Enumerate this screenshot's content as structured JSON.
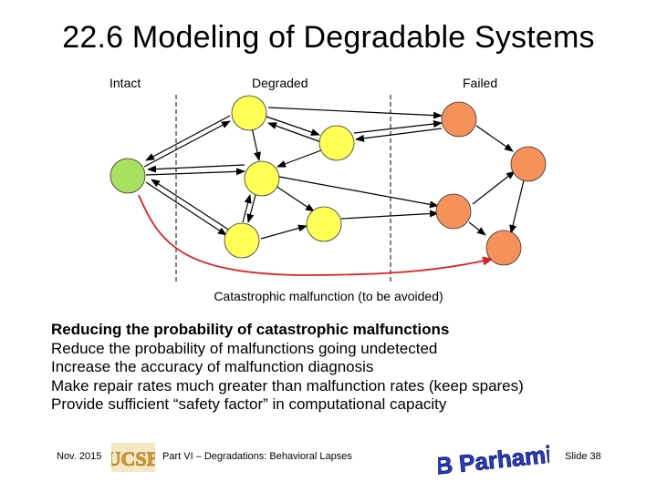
{
  "slide": {
    "title": "22.6  Modeling of Degradable Systems"
  },
  "diagram": {
    "columns": [
      "Intact",
      "Degraded",
      "Failed"
    ],
    "caption": "Catastrophic malfunction (to be avoided)",
    "colors": {
      "intact": "#a8e060",
      "degraded": "#ffff55",
      "failed": "#f5925a",
      "catastrophic_arrow": "#dd2222",
      "arrow": "#000000",
      "divider": "#000000"
    }
  },
  "bullets": [
    "Reducing the probability of catastrophic malfunctions",
    "Reduce the probability of malfunctions going undetected",
    "Increase the accuracy of malfunction diagnosis",
    "Make repair rates much greater than malfunction rates (keep spares)",
    "Provide sufficient “safety factor” in computational capacity"
  ],
  "footer": {
    "date": "Nov. 2015",
    "course": "Part VI – Degradations: Behavioral Lapses",
    "slide_no": "Slide 38",
    "logo_left": "UCSB",
    "logo_right": "B Parhami"
  }
}
